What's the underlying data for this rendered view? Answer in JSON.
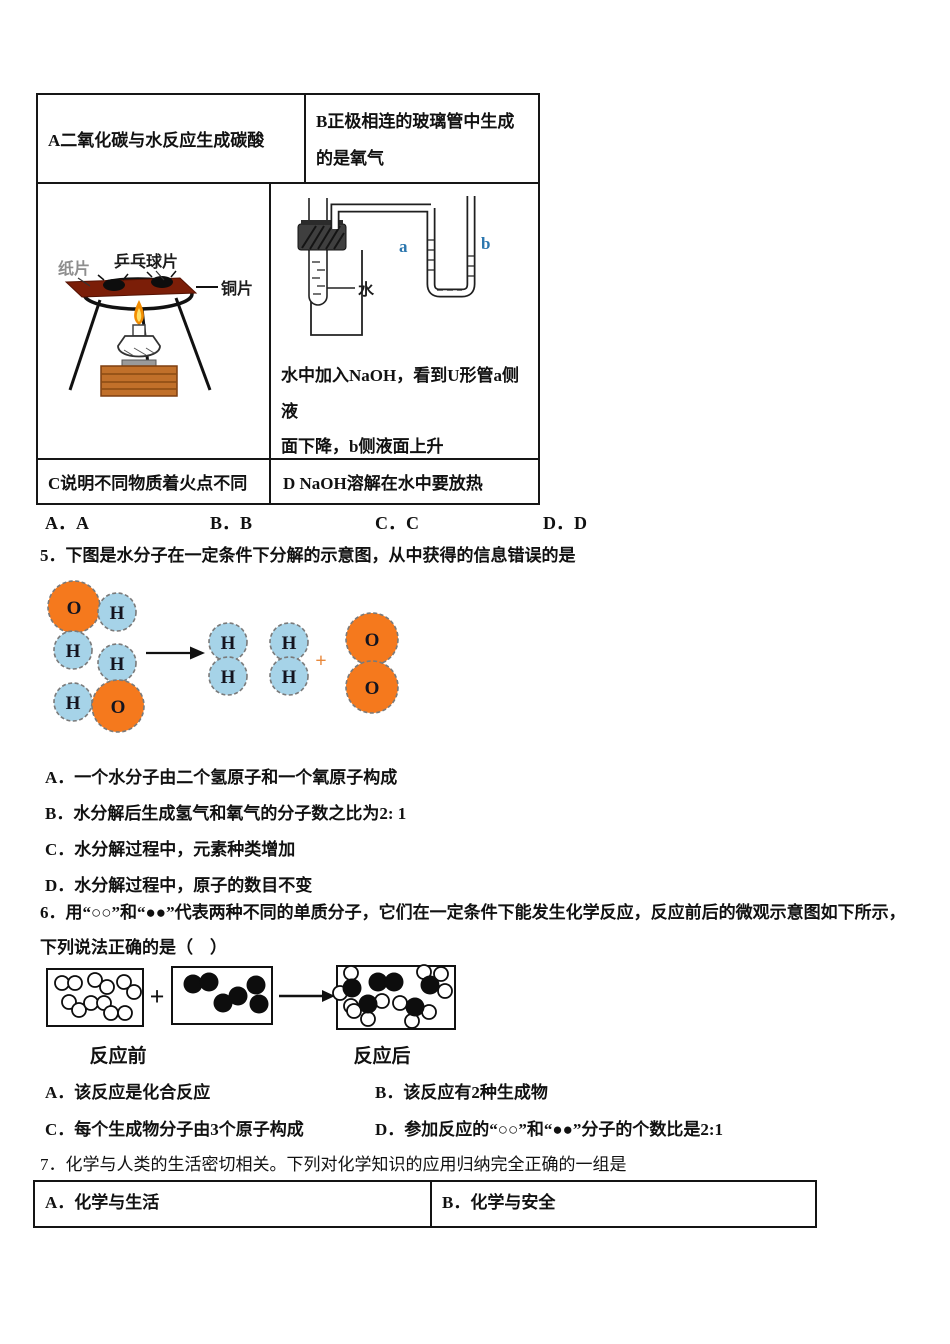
{
  "q4": {
    "table": {
      "cell_a": "A二氧化碳与水反应生成碳酸",
      "cell_b_line1": "B正极相连的玻璃管中生成",
      "cell_b_line2": "的是氧气",
      "cell_c": "C说明不同物质着火点不同",
      "cell_d": "D NaOH溶解在水中要放热",
      "tripod_labels": {
        "paper": "纸片",
        "pingpong": "乒乓球片",
        "copper": "铜片"
      },
      "utube_labels": {
        "a": "a",
        "b": "b",
        "water": "水"
      },
      "desc_line1": "水中加入NaOH，看到U形管a侧",
      "desc_line2": "液",
      "desc_line3": "面下降，b侧液面上升"
    },
    "answers": [
      "A．A",
      "B．B",
      "C．C",
      "D．D"
    ]
  },
  "q5": {
    "stem": "5．下图是水分子在一定条件下分解的示意图，从中获得的信息错误的是",
    "diagram": {
      "oxygen_label": "O",
      "hydrogen_label": "H",
      "plus": "+",
      "oxygen_color": "#F5791D",
      "hydrogen_color": "#A6D3E8"
    },
    "options": [
      "A．一个水分子由二个氢原子和一个氧原子构成",
      "B．水分解后生成氢气和氧气的分子数之比为2: 1",
      "C．水分解过程中，元素种类增加",
      "D．水分解过程中，原子的数目不变"
    ]
  },
  "q6": {
    "stem_line1": "6．用“○○”和“●●”代表两种不同的单质分子，它们在一定条件下能发生化学反应，反应前后的微观示意图如下所示，",
    "stem_line2": "下列说法正确的是（　）",
    "diagram": {
      "plus": "+",
      "before_label": "反应前",
      "after_label": "反应后"
    },
    "options": [
      "A．该反应是化合反应",
      "B．该反应有2种生成物",
      "C．每个生成物分子由3个原子构成",
      "D．参加反应的“○○”和“●●”分子的个数比是2:1"
    ]
  },
  "q7": {
    "stem": "7．化学与人类的生活密切相关。下列对化学知识的应用归纳完全正确的一组是",
    "table": {
      "cell_a": "A．化学与生活",
      "cell_b": "B．化学与安全"
    }
  }
}
